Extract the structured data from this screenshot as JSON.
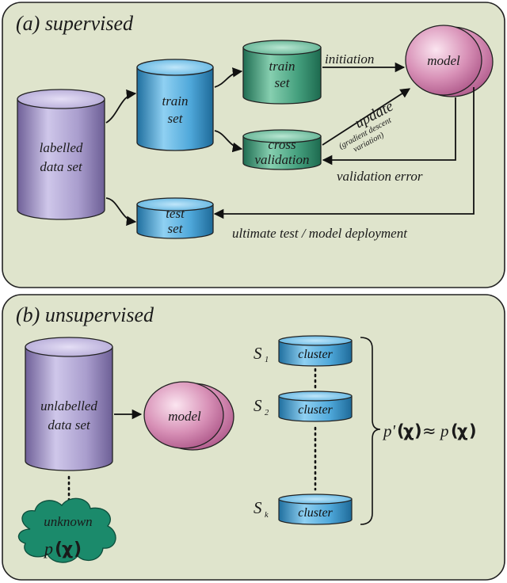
{
  "panel_a": {
    "title": "(a) supervised",
    "labelled_data_set": [
      "labelled",
      "data set"
    ],
    "train_set_1": [
      "train",
      "set"
    ],
    "train_set_2": [
      "train",
      "set"
    ],
    "cross_validation": [
      "cross",
      "validation"
    ],
    "test_set": [
      "test",
      "set"
    ],
    "model": "model",
    "initiation": "initiation",
    "update": "update",
    "update_sub": [
      "(gradient descent",
      "variation)"
    ],
    "validation_error": "validation error",
    "ultimate_test": "ultimate test / model deployment"
  },
  "panel_b": {
    "title": "(b) unsupervised",
    "unlabelled_data_set": [
      "unlabelled",
      "data set"
    ],
    "model": "model",
    "unknown": "unknown",
    "p_symbol": "p",
    "chi": "χ",
    "clusters": [
      {
        "label": "cluster",
        "sym": "S",
        "sub": "1"
      },
      {
        "label": "cluster",
        "sym": "S",
        "sub": "2"
      },
      {
        "label": "cluster",
        "sym": "S",
        "sub": "k"
      }
    ],
    "approx_lhs": "p'",
    "approx_op": "≈",
    "approx_rhs": "p"
  },
  "colors": {
    "panel_bg": "#dfe4cc",
    "purple": "#a79ccb",
    "blue": "#4aa5d8",
    "green": "#3f9b7a",
    "pink": "#c97aa4",
    "cloud": "#1b8a6b"
  }
}
